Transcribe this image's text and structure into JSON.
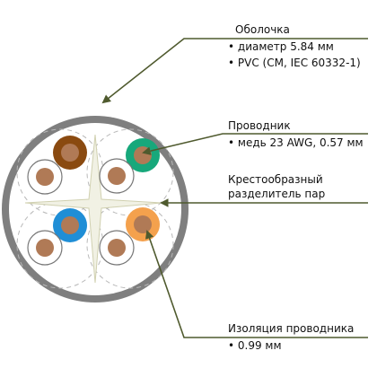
{
  "labels": {
    "jacket": {
      "title": "Оболочка",
      "line1": "• диаметр 5.84 мм",
      "line2": "• PVC (CM, IEC 60332-1)"
    },
    "conductor": {
      "title": "Проводник",
      "line1": "• медь 23 AWG, 0.57 мм"
    },
    "separator": {
      "title_line1": "Крестообразный",
      "title_line2": "разделитель пар"
    },
    "insulation": {
      "title": "Изоляция проводника",
      "line1": "• 0.99 мм"
    }
  },
  "colors": {
    "jacket": "#7f7f7f",
    "pointer_lines": "#4f5a2e",
    "copper": "#b07a56",
    "brown": "#8a4a10",
    "green": "#17a87b",
    "blue": "#1f8ed6",
    "orange": "#f4a14d",
    "separator": "#f1f1e4",
    "white_insulation": "#ffffff"
  }
}
